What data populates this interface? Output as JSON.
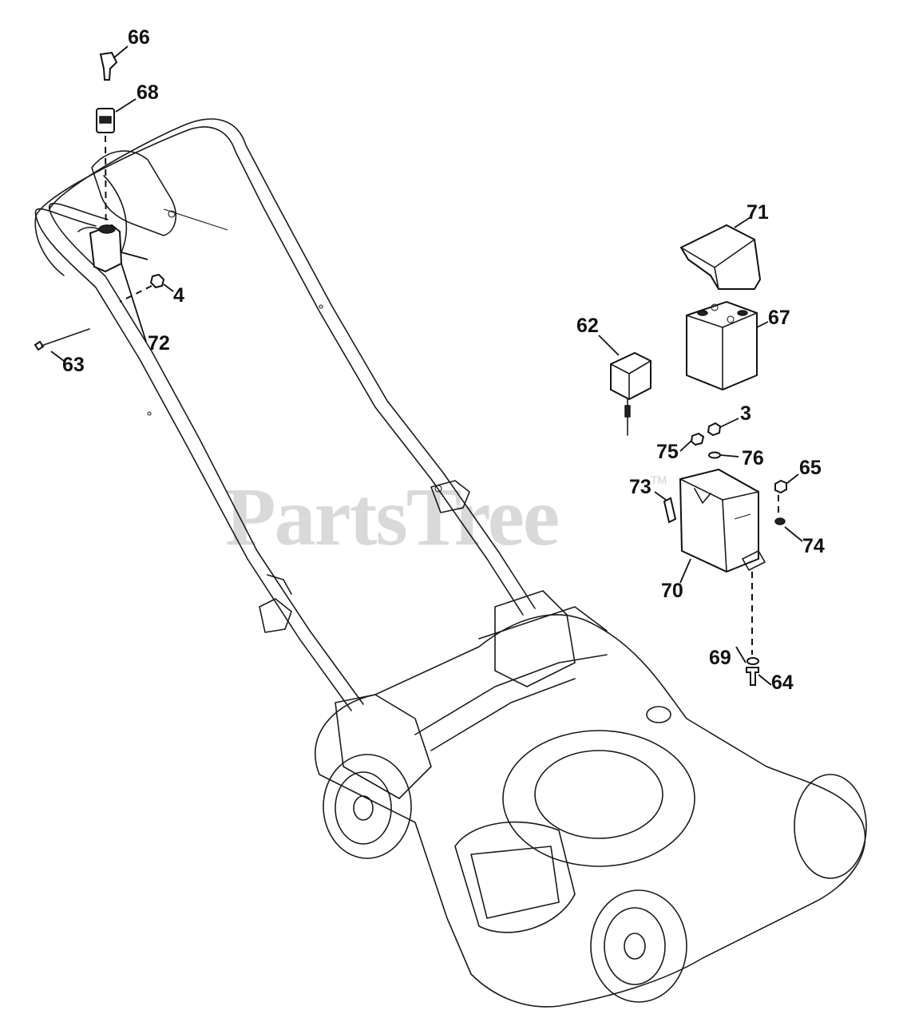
{
  "watermark": {
    "text": "PartsTree",
    "mark": "TM"
  },
  "callouts": {
    "c66": "66",
    "c68": "68",
    "c4": "4",
    "c72": "72",
    "c63": "63",
    "c71": "71",
    "c67": "67",
    "c62": "62",
    "c3": "3",
    "c75": "75",
    "c76": "76",
    "c65": "65",
    "c73": "73",
    "c74": "74",
    "c70": "70",
    "c69": "69",
    "c64": "64"
  }
}
